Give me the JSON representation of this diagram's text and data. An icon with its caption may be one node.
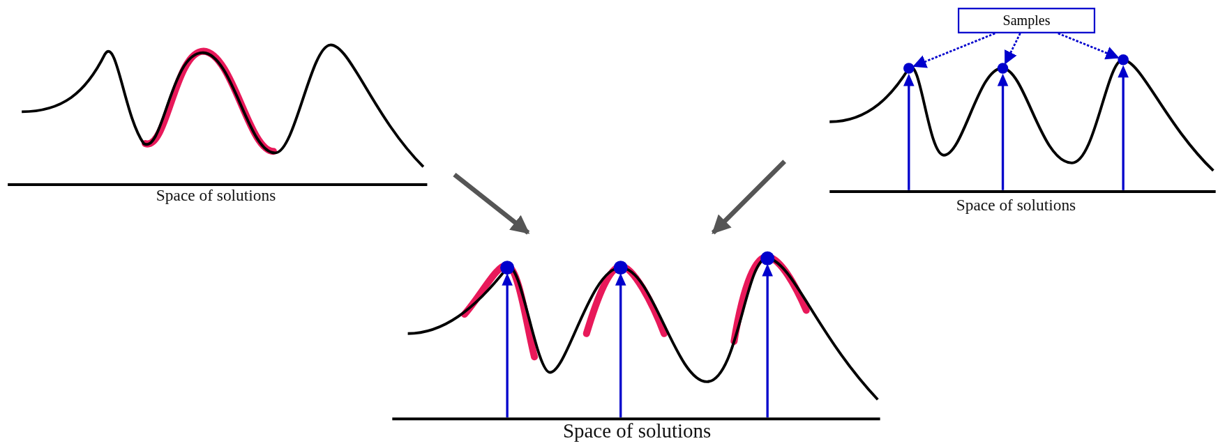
{
  "diagram": {
    "nodes": [
      {
        "text": [
          "Space of solutions"
        ]
      },
      {
        "text": [
          "Space of solutions"
        ]
      },
      {
        "text": [
          "Space of solutions"
        ]
      },
      {
        "text": [
          "Samples"
        ]
      },
      {
        "text": [],
        "shape": "circle",
        "in": 1
      },
      {
        "text": [],
        "shape": "circle",
        "in": 1
      },
      {
        "text": [],
        "shape": "circle",
        "in": 1
      }
    ],
    "edges": [
      {
        "from": 0,
        "to": 2,
        "arrow": "to",
        "style": "thick",
        "color": "#555555"
      },
      {
        "from": 1,
        "to": 2,
        "arrow": "to",
        "style": "thick",
        "color": "#555555"
      },
      {
        "from": 3,
        "to": 4,
        "arrow": "to",
        "style": "dashed"
      },
      {
        "from": 3,
        "to": 5,
        "arrow": "to",
        "style": "dashed"
      },
      {
        "from": 3,
        "to": 6,
        "arrow": "to",
        "style": "dashed"
      }
    ]
  }
}
